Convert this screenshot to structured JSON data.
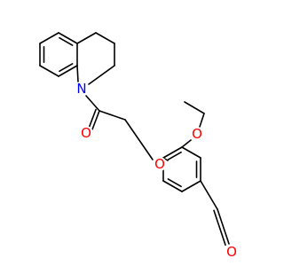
{
  "diagram": {
    "type": "chemical-structure",
    "colors": {
      "bond": "#000000",
      "nitrogen": "#0000ff",
      "oxygen": "#ff0000",
      "background": "#ffffff"
    },
    "atoms": [
      {
        "id": "n1",
        "symbol": "N",
        "element": "nitrogen"
      },
      {
        "id": "o-carbonyl",
        "symbol": "O",
        "element": "oxygen"
      },
      {
        "id": "o-ether",
        "symbol": "O",
        "element": "oxygen"
      },
      {
        "id": "o-ethoxy",
        "symbol": "O",
        "element": "oxygen"
      },
      {
        "id": "o-aldehyde",
        "symbol": "O",
        "element": "oxygen"
      }
    ]
  }
}
